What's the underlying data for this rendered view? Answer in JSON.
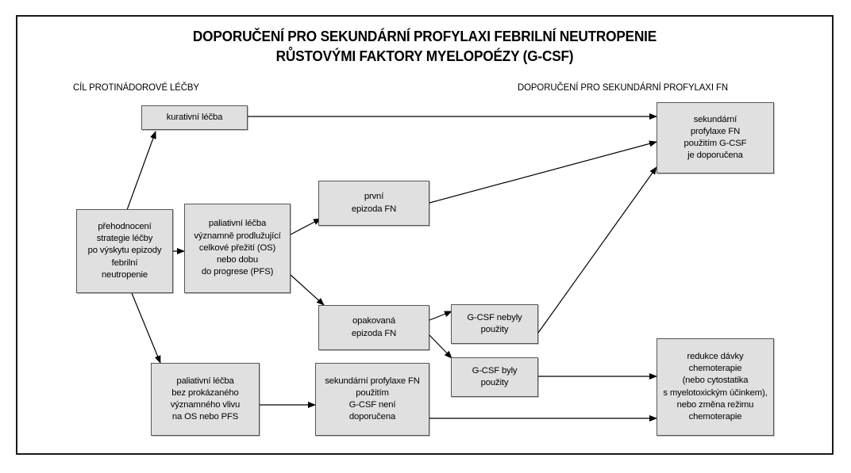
{
  "title": {
    "line1": "DOPORUČENÍ PRO SEKUNDÁRNÍ PROFYLAXI FEBRILNÍ NEUTROPENIE",
    "line2": "RŮSTOVÝMI FAKTORY MYELOPOÉZY (G-CSF)"
  },
  "column_labels": {
    "left": "CÍL PROTINÁDOROVÉ LÉČBY",
    "right": "DOPORUČENÍ PRO SEKUNDÁRNÍ PROFYLAXI FN"
  },
  "colors": {
    "node_fill": "#e0e0e0",
    "node_border": "#555555",
    "frame": "#1a1a1a",
    "edge": "#000000",
    "text": "#000000",
    "page_background": "#ffffff"
  },
  "nodes": [
    {
      "id": "reassessment",
      "label": "přehodnocení\nstrategie léčby\npo výskytu epizody\nfebrilní\nneutropenie"
    },
    {
      "id": "curative",
      "label": "kurativní léčba"
    },
    {
      "id": "palliative-prolonging",
      "label": "paliativní léčba\nvýznamně prodlužující\ncelkové přežití (OS)\nnebo dobu\ndo progrese (PFS)"
    },
    {
      "id": "first-fn-episode",
      "label": "první\nepizoda FN"
    },
    {
      "id": "repeated-fn-episode",
      "label": "opakovaná\nepizoda FN"
    },
    {
      "id": "gcsf-not-used",
      "label": "G-CSF nebyly\npoužity"
    },
    {
      "id": "gcsf-used",
      "label": "G-CSF byly\npoužity"
    },
    {
      "id": "palliative-no-benefit",
      "label": "paliativní léčba\nbez prokázaného\nvýznamného vlivu\nna OS nebo PFS"
    },
    {
      "id": "prophylaxis-not-recommended",
      "label": "sekundární profylaxe FN\npoužitím\nG-CSF není\ndoporučena"
    },
    {
      "id": "prophylaxis-recommended",
      "label": "sekundární\nprofylaxe FN\npoužitím G-CSF\nje doporučena"
    },
    {
      "id": "dose-reduction",
      "label": "redukce dávky\nchemoterapie\n(nebo cytostatika\ns myelotoxickým účinkem),\nnebo změna režimu\nchemoterapie"
    }
  ],
  "edges": [
    {
      "from": "reassessment",
      "to": "curative"
    },
    {
      "from": "reassessment",
      "to": "palliative-prolonging"
    },
    {
      "from": "reassessment",
      "to": "palliative-no-benefit"
    },
    {
      "from": "curative",
      "to": "prophylaxis-recommended"
    },
    {
      "from": "palliative-prolonging",
      "to": "first-fn-episode"
    },
    {
      "from": "palliative-prolonging",
      "to": "repeated-fn-episode"
    },
    {
      "from": "first-fn-episode",
      "to": "prophylaxis-recommended"
    },
    {
      "from": "repeated-fn-episode",
      "to": "gcsf-not-used"
    },
    {
      "from": "repeated-fn-episode",
      "to": "gcsf-used"
    },
    {
      "from": "gcsf-not-used",
      "to": "prophylaxis-recommended"
    },
    {
      "from": "gcsf-used",
      "to": "dose-reduction"
    },
    {
      "from": "palliative-no-benefit",
      "to": "prophylaxis-not-recommended"
    },
    {
      "from": "prophylaxis-not-recommended",
      "to": "dose-reduction"
    }
  ]
}
